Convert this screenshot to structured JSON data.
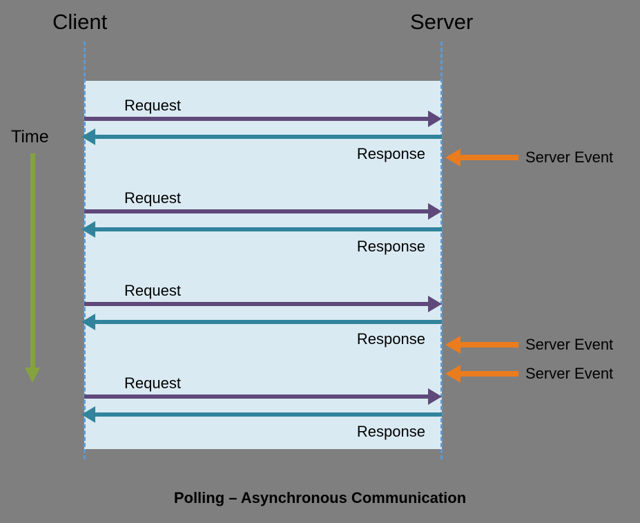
{
  "colors": {
    "background": "#7f7f7f",
    "panel": "#daeaf2",
    "lifeline": "#5b9bd5",
    "request_arrow": "#5f497a",
    "response_arrow": "#31849b",
    "event_arrow": "#ea7c1e",
    "time_arrow": "#84a33f",
    "text": "#000000"
  },
  "lifelines": {
    "client": "Client",
    "server": "Server"
  },
  "time_axis": {
    "label": "Time"
  },
  "messages": [
    {
      "request_label": "Request",
      "response_label": "Response"
    },
    {
      "request_label": "Request",
      "response_label": "Response"
    },
    {
      "request_label": "Request",
      "response_label": "Response"
    },
    {
      "request_label": "Request",
      "response_label": "Response"
    }
  ],
  "server_events": [
    {
      "label": "Server Event"
    },
    {
      "label": "Server Event"
    },
    {
      "label": "Server Event"
    }
  ],
  "caption": "Polling – Asynchronous Communication"
}
